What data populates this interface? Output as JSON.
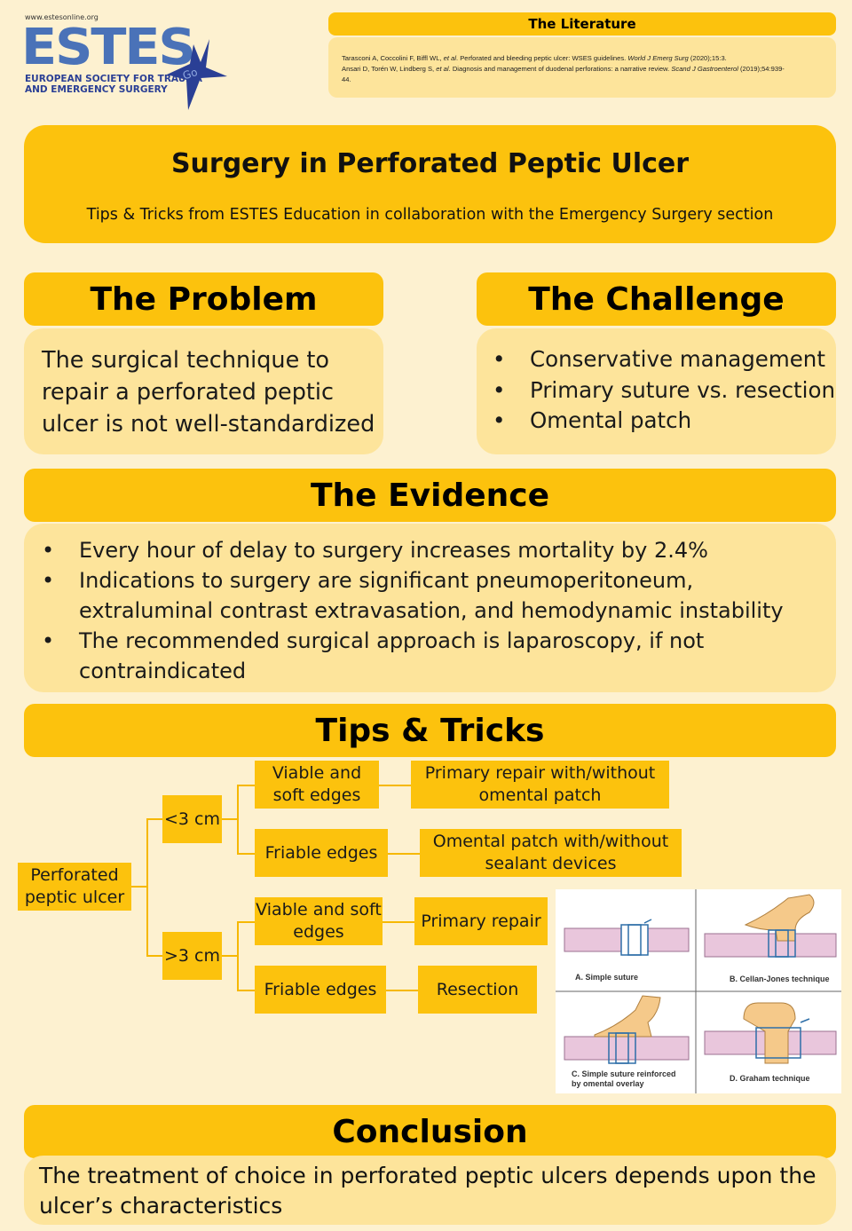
{
  "logo": {
    "url": "www.estesonline.org",
    "word": "ESTES",
    "sub_line1": "EUROPEAN SOCIETY FOR TRAUMA",
    "sub_line2": "AND EMERGENCY SURGERY",
    "star_text": "Go"
  },
  "literature": {
    "heading": "The Literature",
    "ref1_authors": "Tarasconi A, Coccolini F, Biffl WL, ",
    "ref1_etal": "et al",
    "ref1_title": ". Perforated and bleeding peptic ulcer: WSES guidelines. ",
    "ref1_journal": "World J Emerg Surg",
    "ref1_tail": " (2020);15:3.",
    "ref2_authors": "Ansari D, Torén W, Lindberg S, ",
    "ref2_etal": "et al",
    "ref2_title": ". Diagnosis and management of duodenal perforations: a narrative review. ",
    "ref2_journal": "Scand J Gastroenterol",
    "ref2_tail": " (2019);54:939-",
    "ref2_tail2": "44."
  },
  "title": {
    "main": "Surgery in Perforated Peptic Ulcer",
    "subtitle": "Tips & Tricks from ESTES Education in collaboration with the Emergency Surgery section"
  },
  "problem": {
    "heading": "The Problem",
    "lines": [
      "The surgical technique to",
      "repair a perforated peptic",
      "ulcer is not well-standardized"
    ]
  },
  "challenge": {
    "heading": "The Challenge",
    "items": [
      "Conservative management",
      "Primary suture vs. resection",
      "Omental patch"
    ]
  },
  "evidence": {
    "heading": "The Evidence",
    "items": [
      "Every hour of delay to surgery increases mortality by 2.4%",
      "Indications to surgery are significant pneumoperitoneum, extraluminal contrast extravasation, and hemodynamic instability",
      "The recommended surgical approach is laparoscopy, if not contraindicated"
    ]
  },
  "tips": {
    "heading": "Tips & Tricks",
    "root": "Perforated peptic ulcer",
    "small": "<3 cm",
    "large": ">3 cm",
    "small_viable": "Viable and soft edges",
    "small_friable": "Friable edges",
    "large_viable": "Viable and soft edges",
    "large_friable": "Friable edges",
    "small_viable_tx": "Primary repair with/without omental patch",
    "small_friable_tx": "Omental patch with/without sealant devices",
    "large_viable_tx": "Primary repair",
    "large_friable_tx": "Resection"
  },
  "figure": {
    "a": "A. Simple suture",
    "b": "B. Cellan-Jones technique",
    "c1": "C. Simple suture reinforced",
    "c2": "by omental overlay",
    "d": "D. Graham technique"
  },
  "conclusion": {
    "heading": "Conclusion",
    "lines": [
      "The treatment of choice in perforated peptic ulcers depends upon the",
      "ulcer’s characteristics"
    ]
  },
  "colors": {
    "accent": "#fcc20d",
    "panel": "#fde49b",
    "background": "#fdf1d0",
    "logo_blue": "#4a72b8",
    "logo_navy": "#2a3f95"
  }
}
